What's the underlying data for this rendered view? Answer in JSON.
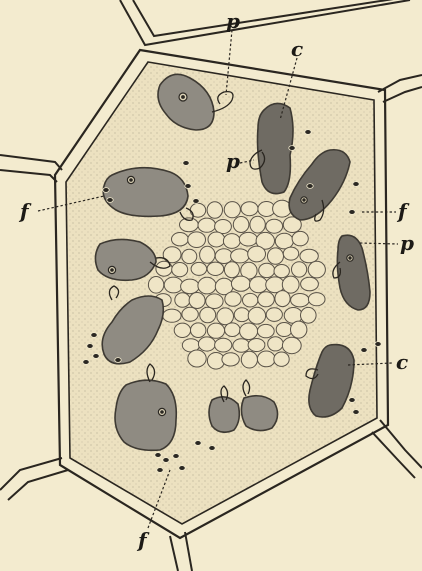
{
  "figure": {
    "colors": {
      "background": "#f3ebcf",
      "cell_fill": "#ece1c0",
      "outline": "#2a2620",
      "body_fill": "#8f8b82",
      "body_dark": "#5e5a53",
      "nucleus": "#2b2823"
    },
    "labels": [
      {
        "id": "p-top",
        "text": "p"
      },
      {
        "id": "c-top",
        "text": "c"
      },
      {
        "id": "p-left",
        "text": "p"
      },
      {
        "id": "f-left",
        "text": "f"
      },
      {
        "id": "f-right",
        "text": "f"
      },
      {
        "id": "p-right",
        "text": "p"
      },
      {
        "id": "c-right",
        "text": "c"
      },
      {
        "id": "f-bottom",
        "text": "f"
      }
    ]
  }
}
